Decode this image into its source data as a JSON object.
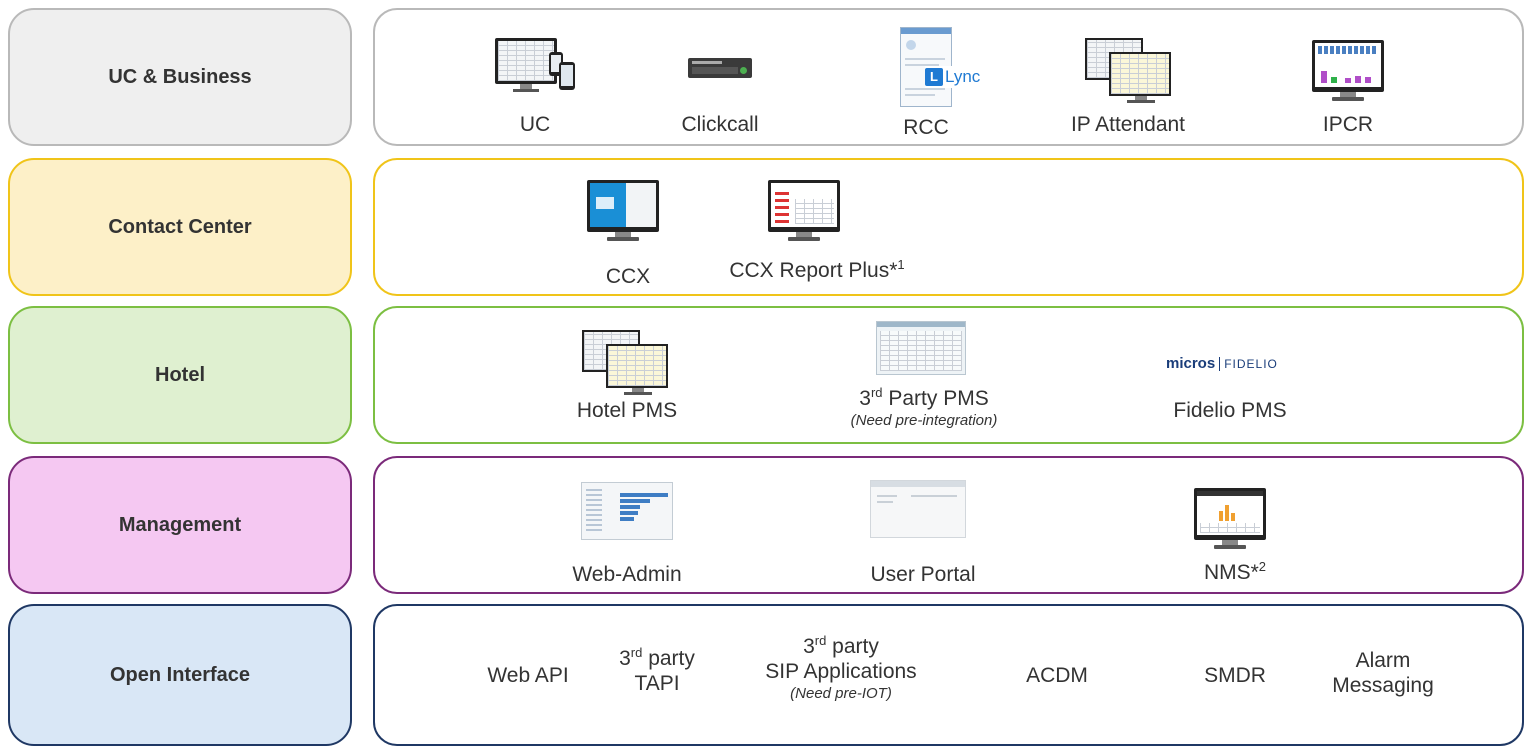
{
  "categories": [
    {
      "label": "UC & Business",
      "fill": "#efefef",
      "border": "#b9b9b9"
    },
    {
      "label": "Contact Center",
      "fill": "#fdf0c8",
      "border": "#f0c419"
    },
    {
      "label": "Hotel",
      "fill": "#dff0d0",
      "border": "#7cbf42"
    },
    {
      "label": "Management",
      "fill": "#f5c8f2",
      "border": "#7b2a7a"
    },
    {
      "label": "Open Interface",
      "fill": "#d9e7f6",
      "border": "#1f3864"
    }
  ],
  "uc": {
    "items": [
      "UC",
      "Clickcall",
      "RCC",
      "IP Attendant",
      "IPCR"
    ],
    "lync_label": "Lync"
  },
  "contact_center": {
    "ccx": "CCX",
    "ccx_report_plus": "CCX Report Plus*",
    "ccx_report_plus_sup": "1"
  },
  "hotel": {
    "hotel_pms": "Hotel PMS",
    "third_party_pre": "3",
    "third_party_sup": "rd",
    "third_party_post": " Party PMS",
    "third_party_note": "(Need pre-integration)",
    "fidelio_pms": "Fidelio PMS",
    "logo_micros": "micros",
    "logo_fidelio": "FIDELIO"
  },
  "management": {
    "web_admin": "Web-Admin",
    "user_portal": "User Portal",
    "nms": "NMS*",
    "nms_sup": "2"
  },
  "open_interface": {
    "web_api": "Web API",
    "tapi_pre": "3",
    "tapi_sup": "rd",
    "tapi_post": " party",
    "tapi_line2": "TAPI",
    "sip_pre": "3",
    "sip_sup": "rd",
    "sip_post": " party",
    "sip_line2": "SIP Applications",
    "sip_note": "(Need pre-IOT)",
    "acdm": "ACDM",
    "smdr": "SMDR",
    "alarm_line1": "Alarm",
    "alarm_line2": "Messaging"
  }
}
